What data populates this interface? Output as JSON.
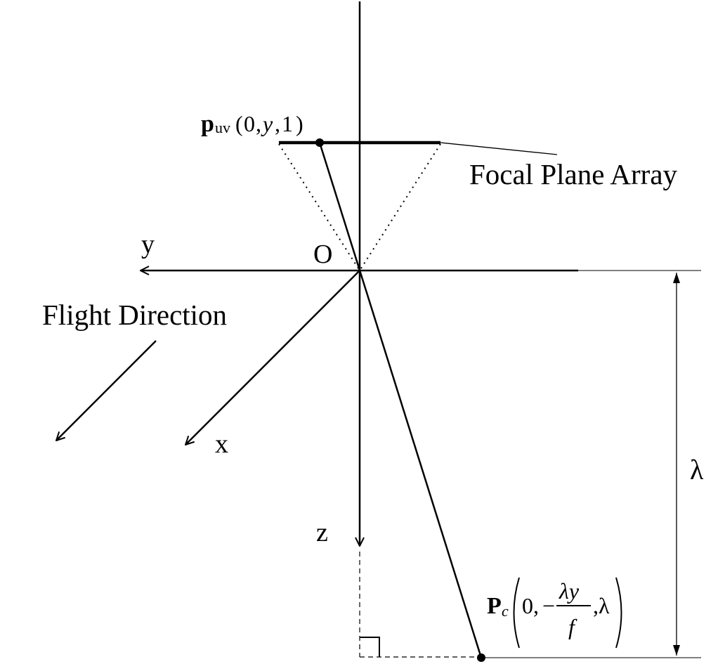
{
  "labels": {
    "focal_plane_array": "Focal Plane Array",
    "flight_direction": "Flight Direction",
    "origin": "O",
    "axis_y": "y",
    "axis_x": "x",
    "axis_z": "z",
    "lambda": "λ"
  },
  "point_p": {
    "symbol": "p",
    "subscript": "uv",
    "open_paren": "(",
    "coord_1": "0",
    "comma_1": ",",
    "coord_2": "y",
    "comma_2": ",",
    "coord_3": "1",
    "close_paren": ")"
  },
  "point_P": {
    "symbol": "P",
    "subscript": "c",
    "coord_1": "0,",
    "minus": "−",
    "frac_numerator": "λy",
    "frac_denominator": "f",
    "coord_3": ",λ"
  }
}
